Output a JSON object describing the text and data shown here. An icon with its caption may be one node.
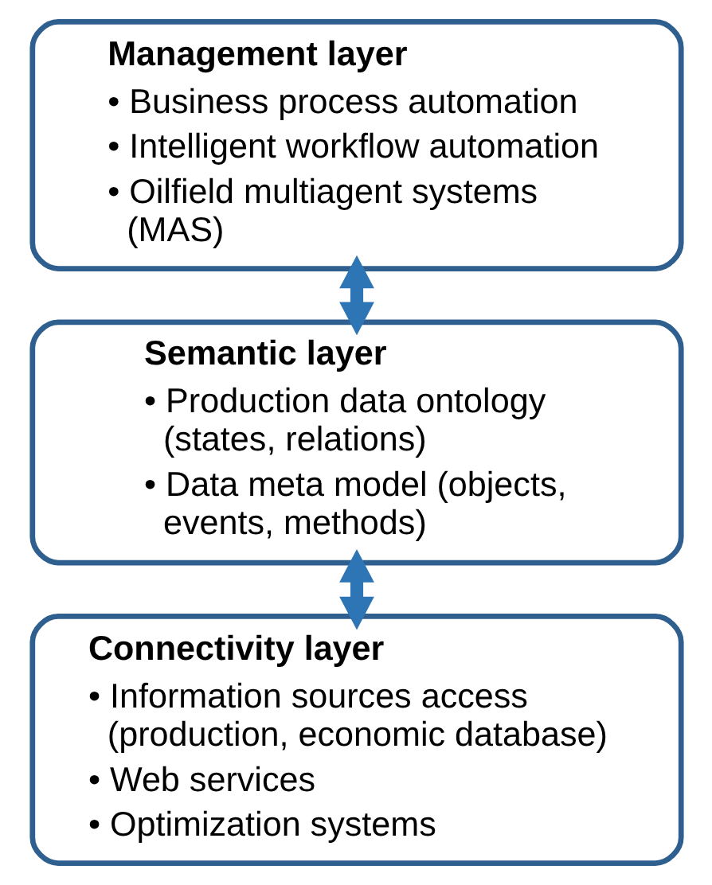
{
  "diagram": {
    "nodes": [
      {
        "text": [
          "Management layer",
          "• Business process automation",
          "• Intelligent workflow automation",
          "• Oilfield multiagent systems (MAS)"
        ]
      },
      {
        "text": [
          "Semantic layer",
          "• Production data ontology (states, relations)",
          "• Data meta model (objects, events, methods)"
        ]
      },
      {
        "text": [
          "Connectivity layer",
          "• Information sources access (production, economic database)",
          "• Web services",
          "• Optimization systems"
        ]
      }
    ],
    "edges": [
      {
        "from": 0,
        "to": 1,
        "arrow": "both",
        "color": "#2e75b6"
      },
      {
        "from": 1,
        "to": 2,
        "arrow": "both",
        "color": "#2e75b6"
      }
    ]
  }
}
